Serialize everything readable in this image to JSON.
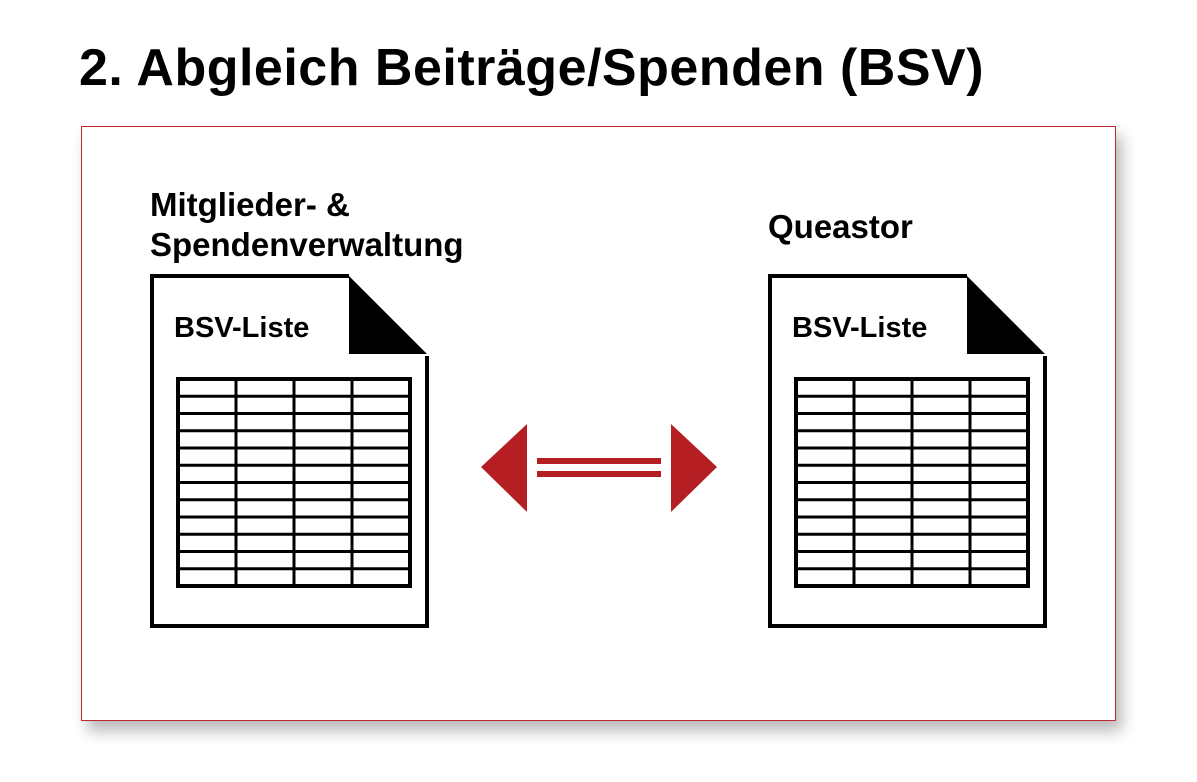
{
  "title": "2. Abgleich Beiträge/Spenden (BSV)",
  "left": {
    "system_line1": "Mitglieder- &",
    "system_line2": "Spendenverwaltung",
    "document_label": "BSV-Liste",
    "icon": "spreadsheet-document-icon"
  },
  "right": {
    "system_label": "Queastor",
    "document_label": "BSV-Liste",
    "icon": "spreadsheet-document-icon"
  },
  "connector": {
    "icon": "double-arrow-icon",
    "color": "#b51f24"
  },
  "colors": {
    "panel_border": "#c0282d",
    "arrow": "#b51f24",
    "ink": "#000000"
  }
}
